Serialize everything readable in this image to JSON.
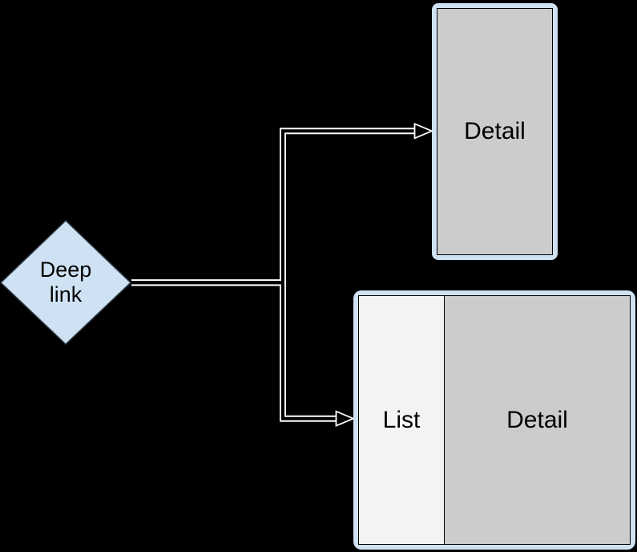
{
  "background_color": "#000000",
  "colors": {
    "device_frame": "#cfe2f3",
    "detail_pane_fill": "#cccccc",
    "list_pane_fill": "#f3f3f3",
    "connector_line": "#ffffff",
    "pane_border": "#000000",
    "label_text": "#000000"
  },
  "diagram": {
    "decision": {
      "shape": "diamond",
      "label": "Deep link"
    },
    "screens": [
      {
        "name": "detail-screen",
        "orientation": "portrait",
        "panes": [
          {
            "label": "Detail"
          }
        ]
      },
      {
        "name": "list-detail-screen",
        "orientation": "landscape",
        "panes": [
          {
            "label": "List"
          },
          {
            "label": "Detail"
          }
        ]
      }
    ],
    "connectors": [
      {
        "from": "deep-link",
        "to": "detail-screen",
        "style": "double-line-elbow",
        "arrowhead": "hollow-right"
      },
      {
        "from": "deep-link",
        "to": "list-detail-screen",
        "style": "double-line-elbow",
        "arrowhead": "hollow-right"
      }
    ]
  }
}
